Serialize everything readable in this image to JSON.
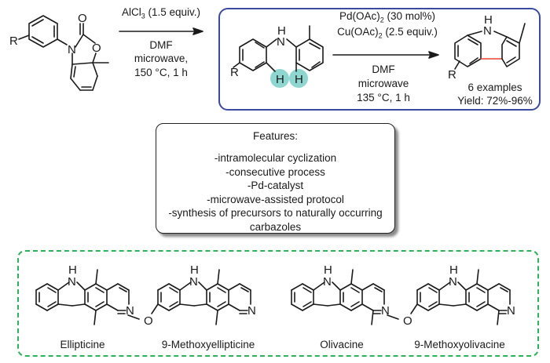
{
  "step1": {
    "reagent": "AlCl",
    "reagent_sub": "3",
    "reagent_suffix": " (1.5 equiv.)",
    "solvent": "DMF",
    "method": "microwave,",
    "conditions": "150 °C, 1 h"
  },
  "starting_material": {
    "r_label": "R",
    "atoms": {
      "n": "N",
      "o_ring": "O",
      "o_carbonyl": "O"
    }
  },
  "intermediate": {
    "r_label": "R",
    "nh_label": "H",
    "n_label": "N",
    "h1": "H",
    "h2": "H",
    "highlight_color": "#8fd6d0"
  },
  "step2": {
    "catalyst": "Pd(OAc)",
    "catalyst_sub": "2",
    "catalyst_suffix": " (30 mol%)",
    "oxidant": "Cu(OAc)",
    "oxidant_sub": "2",
    "oxidant_suffix": " (2.5 equiv.)",
    "solvent": "DMF",
    "method": "microwave",
    "conditions": "135 °C, 1 h"
  },
  "product": {
    "r_label": "R",
    "nh_h": "H",
    "nh_n": "N",
    "examples": "6 examples",
    "yield": "Yield: 72%-96%",
    "new_bond_color": "#e8452c"
  },
  "features": {
    "title": "Features:",
    "items": [
      "-intramolecular cyclization",
      "-consecutive process",
      "-Pd-catalyst",
      "-microwave-assisted protocol",
      "-synthesis of precursors to naturally occurring",
      "carbazoles"
    ]
  },
  "natural_products": [
    {
      "name": "Ellipticine",
      "methoxy": false,
      "type": "ellipticine"
    },
    {
      "name": "9-Methoxyellipticine",
      "methoxy": true,
      "type": "ellipticine"
    },
    {
      "name": "Olivacine",
      "methoxy": false,
      "type": "olivacine"
    },
    {
      "name": "9-Methoxyolivacine",
      "methoxy": true,
      "type": "olivacine"
    }
  ],
  "colors": {
    "blue_box": "#3b4aa0",
    "green_dashed": "#2bb35a"
  }
}
